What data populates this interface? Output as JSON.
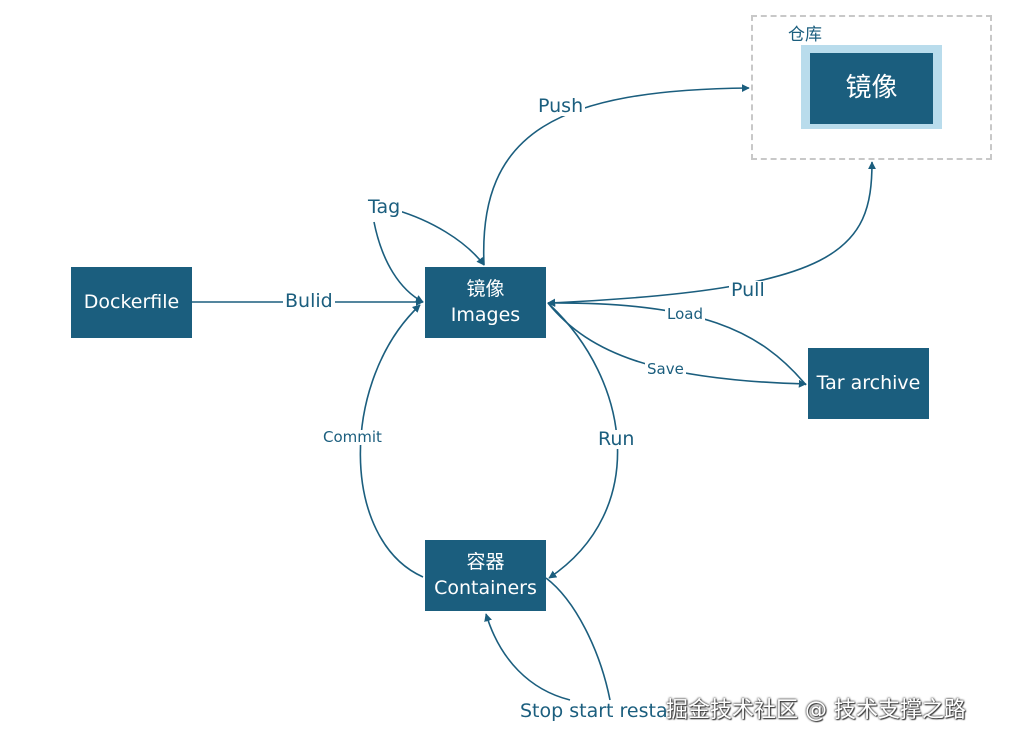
{
  "nodes": {
    "dockerfile": {
      "label": "Dockerfile"
    },
    "images": {
      "label_cn": "镜像",
      "label_en": "Images"
    },
    "containers": {
      "label_cn": "容器",
      "label_en": "Containers"
    },
    "tar": {
      "label": "Tar archive"
    },
    "repository": {
      "label": "仓库",
      "image_label": "镜像"
    }
  },
  "edges": {
    "push": "Push",
    "tag": "Tag",
    "bulid": "Bulid",
    "pull": "Pull",
    "load": "Load",
    "save": "Save",
    "commit": "Commit",
    "run": "Run",
    "stop": "Stop start resta"
  },
  "watermark": "掘金技术社区 @ 技术支撑之路",
  "colors": {
    "node_fill": "#1b5e7e",
    "edge_stroke": "#1b5e7e",
    "repo_border": "#c8c8c8",
    "repo_glow": "#b9dcec"
  }
}
